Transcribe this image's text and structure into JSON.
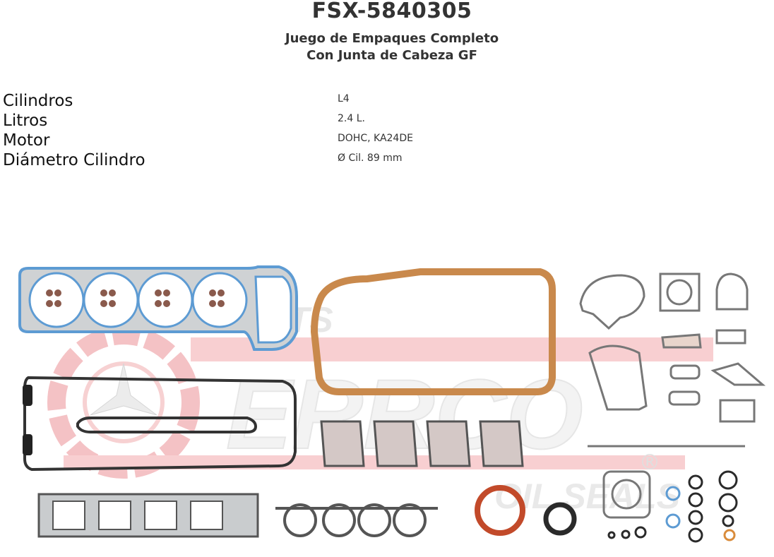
{
  "header": {
    "part_number": "FSX-5840305",
    "subtitle_line1": "Juego de Empaques Completo",
    "subtitle_line2": "Con Junta de Cabeza GF"
  },
  "specs": [
    {
      "label": "Cilindros",
      "value": "L4"
    },
    {
      "label": "Litros",
      "value": "2.4 L."
    },
    {
      "label": "Motor",
      "value": "DOHC, KA24DE"
    },
    {
      "label": "Diámetro Cilindro",
      "value": "Ø Cil. 89 mm"
    }
  ],
  "image": {
    "watermark_top": "GASKETS",
    "watermark_brand": "ERRCO",
    "watermark_bottom": "OIL SEALS",
    "registered_mark": "®",
    "colors": {
      "watermark_red": "#e8636a",
      "head_gasket_blue": "#5d9bd3",
      "gasket_gray": "#8f8f8f",
      "cork": "#c9894c",
      "seal_red": "#c24a2a",
      "seal_dark": "#2a2a2a"
    }
  }
}
